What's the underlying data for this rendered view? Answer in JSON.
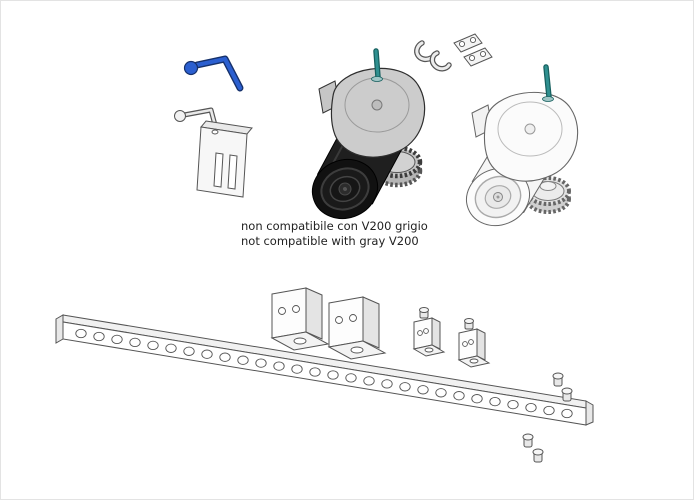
{
  "page": {
    "background": "#ffffff",
    "border_color": "#e3e3e3"
  },
  "annotation": {
    "line1": "non compatibile con V200 grigio",
    "line2": "not compatible with gray V200"
  },
  "colors": {
    "release_handle_blue": "#2b5fd0",
    "release_handle_outline": "#16316b",
    "antenna_teal": "#2f9090",
    "antenna_outline": "#17605f",
    "motor_body_black": "#1f1f1f",
    "line": "#555555"
  },
  "rack": {
    "hole_count": 28
  },
  "parts": [
    {
      "name": "release-handle"
    },
    {
      "name": "release-lock-assembly"
    },
    {
      "name": "clamp-half-1"
    },
    {
      "name": "clamp-half-2"
    },
    {
      "name": "terminal-plate-1"
    },
    {
      "name": "terminal-plate-2"
    },
    {
      "name": "gearmotor-black"
    },
    {
      "name": "gearmotor-gray"
    },
    {
      "name": "gear-rack"
    },
    {
      "name": "mounting-bracket-large-1"
    },
    {
      "name": "mounting-bracket-large-2"
    },
    {
      "name": "mounting-bracket-small-1"
    },
    {
      "name": "mounting-bracket-small-2"
    },
    {
      "name": "fastener-pair-1"
    },
    {
      "name": "fastener-pair-2"
    }
  ]
}
